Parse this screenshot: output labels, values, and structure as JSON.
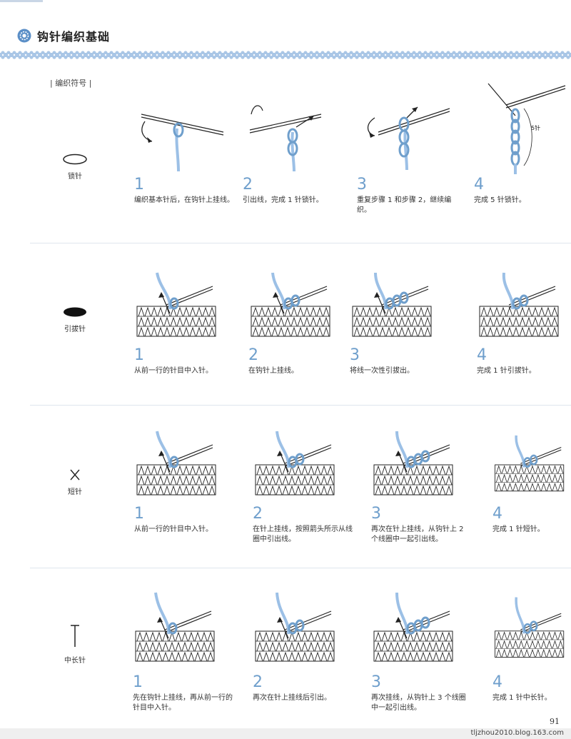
{
  "header": {
    "title": "钩针编织基础",
    "icon": "gear-icon"
  },
  "section_label": "| 编织符号 |",
  "rows": [
    {
      "symbol": "ellipse-outline",
      "symbol_name": "锁针",
      "steps": [
        {
          "num": "1",
          "text": "编织基本针后，在钩针上挂线。"
        },
        {
          "num": "2",
          "text": "引出线，完成 1 针锁针。"
        },
        {
          "num": "3",
          "text": "重复步骤 1 和步骤 2，继续编织。"
        },
        {
          "num": "4",
          "text": "完成 5 针锁针。",
          "annotation": "5针"
        }
      ]
    },
    {
      "symbol": "ellipse-filled",
      "symbol_name": "引拔针",
      "steps": [
        {
          "num": "1",
          "text": "从前一行的针目中入针。"
        },
        {
          "num": "2",
          "text": "在钩针上挂线。"
        },
        {
          "num": "3",
          "text": "将线一次性引拔出。"
        },
        {
          "num": "4",
          "text": "完成 1 针引拔针。"
        }
      ]
    },
    {
      "symbol": "cross",
      "symbol_name": "短针",
      "steps": [
        {
          "num": "1",
          "text": "从前一行的针目中入针。"
        },
        {
          "num": "2",
          "text": "在针上挂线，按照箭头所示从线圈中引出线。"
        },
        {
          "num": "3",
          "text": "再次在针上挂线，从钩针上 2 个线圈中一起引出线。"
        },
        {
          "num": "4",
          "text": "完成 1 针短针。"
        }
      ]
    },
    {
      "symbol": "t-bar",
      "symbol_name": "中长针",
      "steps": [
        {
          "num": "1",
          "text": "先在钩针上挂线，再从前一行的针目中入针。"
        },
        {
          "num": "2",
          "text": "再次在针上挂线后引出。"
        },
        {
          "num": "3",
          "text": "再次挂线，从钩针上 3 个线圈中一起引出线。"
        },
        {
          "num": "4",
          "text": "完成 1 针中长针。"
        }
      ]
    }
  ],
  "page_number": "91",
  "footer_text": "tljzhou2010.blog.163.com",
  "colors": {
    "accent": "#6f9fcc",
    "yarn": "#9cc0e6",
    "band": "#a9c6e6"
  }
}
